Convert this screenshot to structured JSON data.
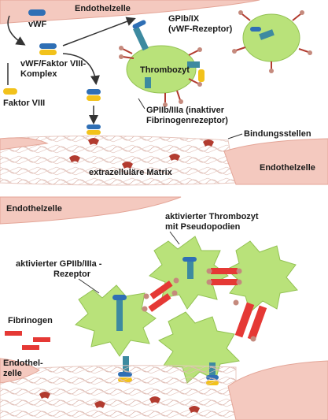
{
  "panels": {
    "top": {
      "endothelial_cell_top": "Endothelzelle",
      "vwf": "vWF",
      "complex_line1": "vWF/Faktor VIII-",
      "complex_line2": "Komplex",
      "factor_viii": "Faktor VIII",
      "gpib_line1": "GPIb/IX",
      "gpib_line2": "(vWF-Rezeptor)",
      "thrombocyte": "Thrombozyt",
      "gpiib_line1": "GPIIb/IIIa (inaktiver",
      "gpiib_line2": "Fibrinogenrezeptor)",
      "binding_sites": "Bindungsstellen",
      "ecm": "extrazelluläre Matrix",
      "endothelial_cell_right": "Endothelzelle"
    },
    "bottom": {
      "endothelial_cell_top": "Endothelzelle",
      "activated_thrombocyte_line1": "aktivierter Thrombozyt",
      "activated_thrombocyte_line2": "mit Pseudopodien",
      "activated_receptor_line1": "aktivierter GPIIb/IIIa -",
      "activated_receptor_line2": "Rezeptor",
      "fibrinogen": "Fibrinogen",
      "endothelial_cell_left_line1": "Endothel-",
      "endothelial_cell_left_line2": "zelle"
    }
  },
  "colors": {
    "endothelium": "#f4c9bf",
    "endothelium_edge": "#e4a597",
    "platelet": "#b9e27a",
    "platelet_edge": "#93c253",
    "fibrinogen": "#e53935",
    "vwf_blue": "#2f6fb5",
    "factor_yellow": "#f2c21b",
    "receptor_teal": "#3d8aa0",
    "binding_site": "#b23b2f",
    "arrow": "#333333"
  }
}
